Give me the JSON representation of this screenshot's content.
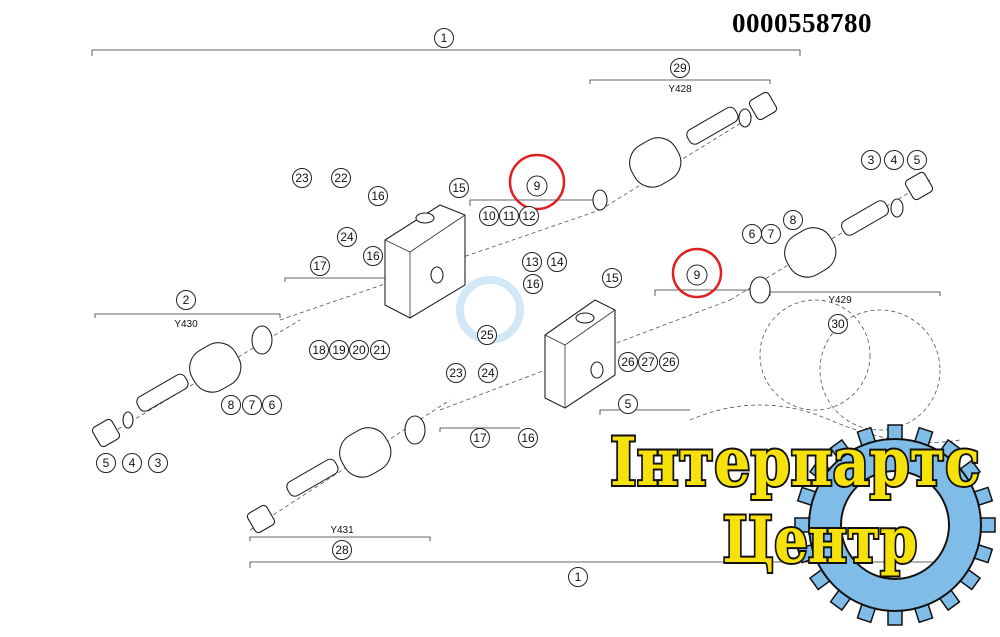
{
  "header": {
    "part_number": "0000558780"
  },
  "callouts": [
    "1",
    "29",
    "9",
    "10",
    "11",
    "12",
    "13",
    "14",
    "15",
    "16",
    "23",
    "22",
    "24",
    "17",
    "16",
    "2",
    "18",
    "19",
    "20",
    "21",
    "16",
    "15",
    "9",
    "3",
    "4",
    "5",
    "8",
    "6",
    "7",
    "30",
    "25",
    "23",
    "24",
    "26",
    "27",
    "26",
    "5",
    "8",
    "7",
    "6",
    "5",
    "4",
    "3",
    "17",
    "16",
    "28",
    "1"
  ],
  "highlighted_callouts": [
    "9"
  ],
  "group_labels": {
    "y428": "Y428",
    "y429": "Y429",
    "y430": "Y430",
    "y431": "Y431"
  },
  "logo": {
    "line1": "Інтерпартс",
    "line2": "Центр"
  },
  "colors": {
    "highlight_fill": "#9aa83a",
    "highlight_ring": "#e02020",
    "logo_yellow": "#f7e10a",
    "logo_blue": "#7fbde8"
  }
}
